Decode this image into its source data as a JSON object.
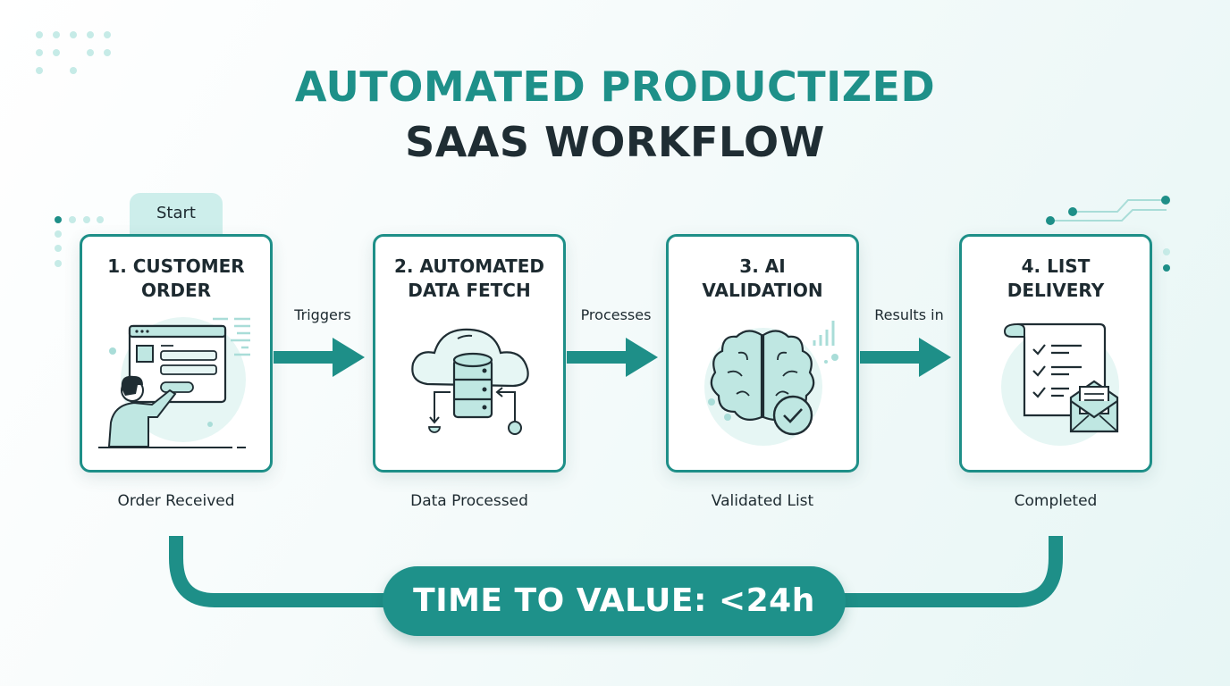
{
  "title": {
    "line1": "AUTOMATED PRODUCTIZED",
    "line2": "SAAS WORKFLOW"
  },
  "colors": {
    "accent": "#1e8f88",
    "accent_light": "#cdeeeb",
    "text_dark": "#1f2d33",
    "background": "#f3fafa"
  },
  "start_tab": {
    "label": "Start"
  },
  "steps": [
    {
      "title": "1. CUSTOMER\nORDER",
      "icon": "customer-order-icon",
      "status": "Order Received"
    },
    {
      "title": "2. AUTOMATED\nDATA FETCH",
      "icon": "cloud-database-icon",
      "status": "Data Processed"
    },
    {
      "title": "3. AI\nVALIDATION",
      "icon": "brain-check-icon",
      "status": "Validated List"
    },
    {
      "title": "4. LIST\nDELIVERY",
      "icon": "checklist-envelope-icon",
      "status": "Completed"
    }
  ],
  "connectors": [
    {
      "label": "Triggers",
      "icon": "arrow-right-icon"
    },
    {
      "label": "Processes",
      "icon": "arrow-right-icon"
    },
    {
      "label": "Results in",
      "icon": "arrow-right-icon"
    }
  ],
  "summary": {
    "label": "TIME TO VALUE: <24h"
  }
}
